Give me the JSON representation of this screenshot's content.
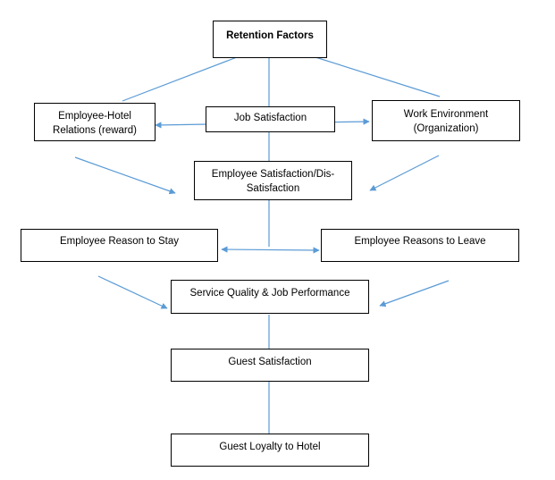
{
  "diagram": {
    "retention_factors": "Retention Factors",
    "employee_hotel_relations": [
      "Employee-Hotel",
      "Relations (reward)"
    ],
    "job_satisfaction": "Job Satisfaction",
    "work_environment": [
      "Work Environment",
      "(Organization)"
    ],
    "employee_satisfaction": [
      "Employee Satisfaction/Dis-",
      "Satisfaction"
    ],
    "employee_reason_to_stay": "Employee Reason to Stay",
    "employee_reasons_to_leave": "Employee Reasons to Leave",
    "service_quality": "Service Quality & Job Performance",
    "guest_satisfaction": "Guest Satisfaction",
    "guest_loyalty": "Guest Loyalty to Hotel"
  },
  "colors": {
    "connector": "#5b9bd5",
    "box_border": "#000000"
  }
}
